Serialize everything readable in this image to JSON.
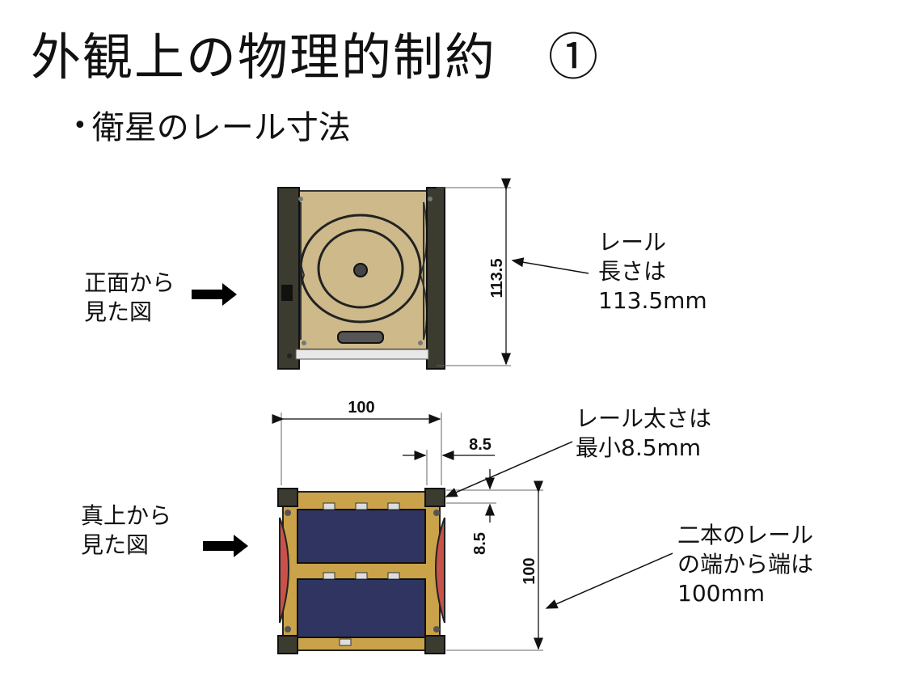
{
  "slide": {
    "title": "外観上の物理的制約　①",
    "bullet": "衛星のレール寸法"
  },
  "front_view": {
    "label_line1": "正面から",
    "label_line2": "見た図",
    "dim_height": "113.5"
  },
  "top_view": {
    "label_line1": "真上から",
    "label_line2": "見た図",
    "dim_width": "100",
    "dim_rail_w": "8.5",
    "dim_rail_h": "8.5",
    "dim_height": "100"
  },
  "notes": {
    "rail_length": [
      "レール",
      "長さは",
      "113.5mm"
    ],
    "rail_thickness": [
      "レール太さは",
      "最小8.5mm"
    ],
    "rail_span": [
      "二本のレール",
      "の端から端は",
      "100mm"
    ]
  },
  "colors": {
    "panel_tan": "#cdb98a",
    "rail_dark": "#3b3b30",
    "solar_blue": "#2f3560",
    "frame_gold": "#c9a24a",
    "side_red": "#c8514a"
  }
}
